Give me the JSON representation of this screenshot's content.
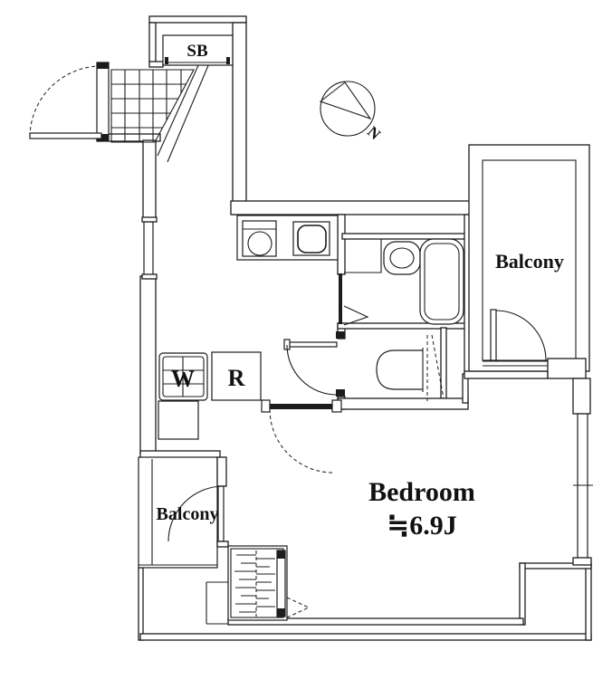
{
  "plan": {
    "shoe_box_label": "SB",
    "compass_north_label": "N",
    "balcony_right_label": "Balcony",
    "balcony_left_label": "Balcony",
    "washing_machine_label": "W",
    "refrigerator_label": "R",
    "bedroom": {
      "name": "Bedroom",
      "area": "≒6.9J"
    }
  },
  "colors": {
    "line": "#1c1c1c",
    "background": "#ffffff"
  }
}
